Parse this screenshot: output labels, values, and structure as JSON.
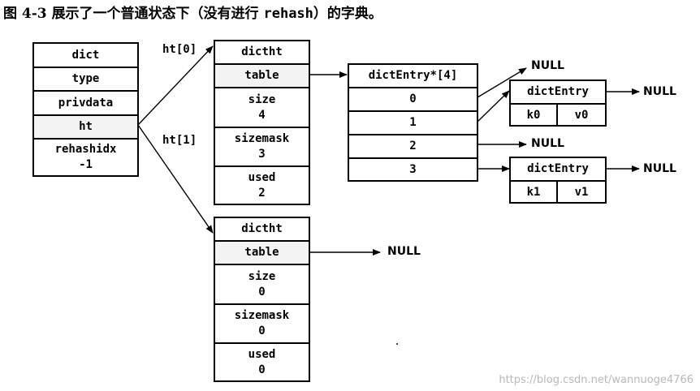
{
  "caption": {
    "figure": "图 4-3",
    "text_before": "展示了一个普通状态下（没有进行",
    "code": "rehash",
    "text_after": "）的字典。"
  },
  "dict": {
    "fields": [
      "dict",
      "type",
      "privdata",
      "ht",
      "rehashidx"
    ],
    "rehashidx_value": "-1"
  },
  "labels": {
    "ht0": "ht[0]",
    "ht1": "ht[1]"
  },
  "ht0": {
    "title": "dictht",
    "table_label": "table",
    "size_label": "size",
    "size_value": "4",
    "sizemask_label": "sizemask",
    "sizemask_value": "3",
    "used_label": "used",
    "used_value": "2"
  },
  "ht1": {
    "title": "dictht",
    "table_label": "table",
    "size_label": "size",
    "size_value": "0",
    "sizemask_label": "sizemask",
    "sizemask_value": "0",
    "used_label": "used",
    "used_value": "0"
  },
  "table_array": {
    "title": "dictEntry*[4]",
    "indices": [
      "0",
      "1",
      "2",
      "3"
    ]
  },
  "entries": [
    {
      "title": "dictEntry",
      "key": "k0",
      "value": "v0"
    },
    {
      "title": "dictEntry",
      "key": "k1",
      "value": "v1"
    }
  ],
  "null_text": "NULL",
  "watermark": "https://blog.csdn.net/wannuoge4766"
}
